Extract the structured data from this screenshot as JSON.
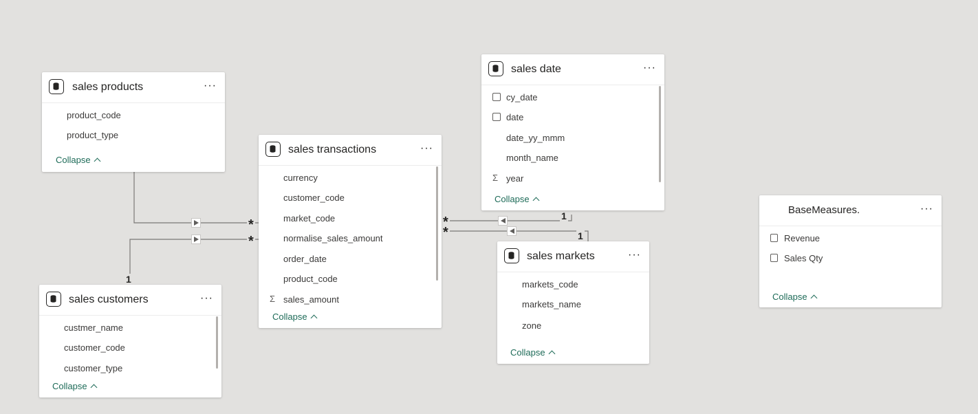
{
  "tables": {
    "sales_products": {
      "title": "sales products",
      "more": "···",
      "fields": [
        "product_code",
        "product_type"
      ],
      "collapse": "Collapse"
    },
    "sales_transactions": {
      "title": "sales transactions",
      "more": "···",
      "fields": [
        "currency",
        "customer_code",
        "market_code",
        "normalise_sales_amount",
        "order_date",
        "product_code",
        "sales_amount"
      ],
      "collapse": "Collapse"
    },
    "sales_date": {
      "title": "sales date",
      "more": "···",
      "fields": [
        "cy_date",
        "date",
        "date_yy_mmm",
        "month_name",
        "year"
      ],
      "collapse": "Collapse"
    },
    "sales_markets": {
      "title": "sales markets",
      "more": "···",
      "fields": [
        "markets_code",
        "markets_name",
        "zone"
      ],
      "collapse": "Collapse"
    },
    "sales_customers": {
      "title": "sales customers",
      "more": "···",
      "fields": [
        "custmer_name",
        "customer_code",
        "customer_type"
      ],
      "collapse": "Collapse"
    },
    "base_measures": {
      "title": "BaseMeasures.",
      "more": "···",
      "fields": [
        "Revenue",
        "Sales Qty"
      ],
      "collapse": "Collapse"
    }
  },
  "icons": {
    "table": "table-icon",
    "sum": "Σ",
    "calendar": "calendar-icon",
    "calculator": "calculator-icon"
  },
  "relationships": {
    "many": "*",
    "one": "1"
  },
  "colors": {
    "canvas": "#e2e1df",
    "accent": "#1e6b58",
    "line": "#7a7876"
  }
}
